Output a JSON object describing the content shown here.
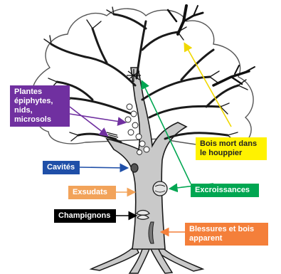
{
  "diagram": {
    "labels": {
      "plantes": {
        "text": "Plantes\népiphytes,\nnids,\nmicrosols",
        "bg": "#7030a0",
        "fg": "#ffffff"
      },
      "cavites": {
        "text": "Cavités",
        "bg": "#1f4fa8",
        "fg": "#ffffff"
      },
      "exsudats": {
        "text": "Exsudats",
        "bg": "#f2a35a",
        "fg": "#ffffff"
      },
      "champignons": {
        "text": "Champignons",
        "bg": "#000000",
        "fg": "#ffffff"
      },
      "bois_mort": {
        "text": "Bois mort dans\nle houppier",
        "bg": "#fff200",
        "fg": "#222222"
      },
      "excroissances": {
        "text": "Excroissances",
        "bg": "#00a651",
        "fg": "#ffffff"
      },
      "blessures": {
        "text": "Blessures et bois\napparent",
        "bg": "#f47f3a",
        "fg": "#ffffff"
      }
    },
    "colors": {
      "trunk": "#c9c9c9",
      "crown_outline": "#555555",
      "outline": "#1a1a1a",
      "dead_wood": "#111111",
      "arrow_purple": "#7030a0",
      "arrow_blue": "#1f4fa8",
      "arrow_orange": "#f2a35a",
      "arrow_green": "#00a651",
      "arrow_yellow": "#fff200",
      "arrow_black": "#000000",
      "arrow_red": "#f47f3a"
    }
  }
}
